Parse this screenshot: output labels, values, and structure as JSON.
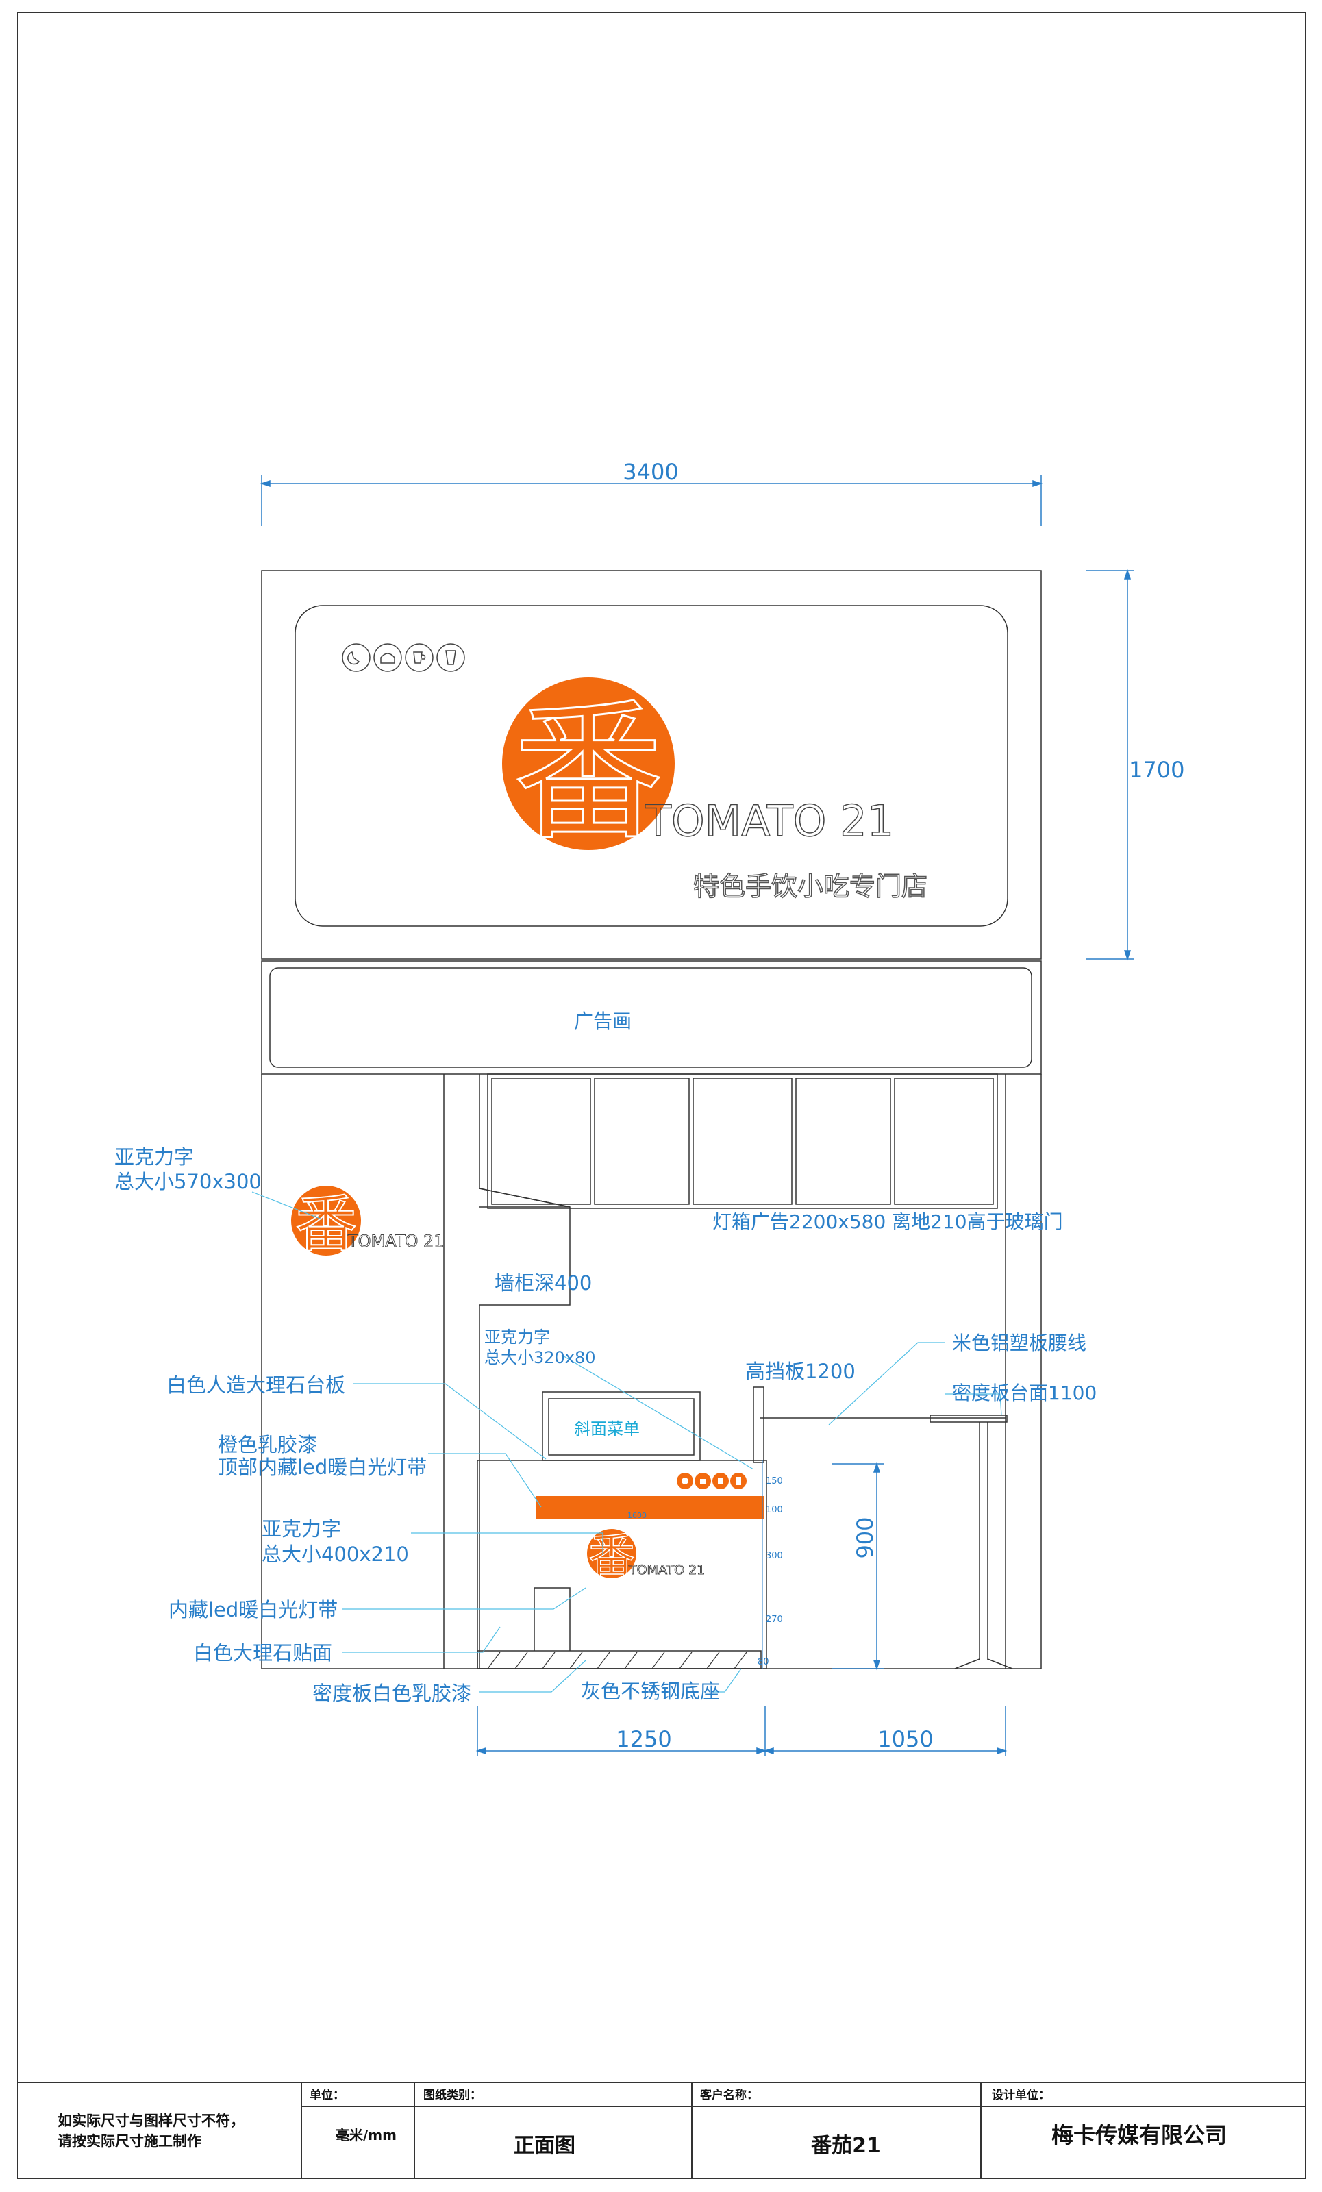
{
  "dimensions": {
    "overall_width": "3400",
    "upper_height": "1700",
    "counter_width": "1250",
    "side_width": "1050",
    "counter_height": "900",
    "small": [
      "150",
      "100",
      "300",
      "270",
      "80"
    ],
    "strip_label": "1600"
  },
  "sign": {
    "brand_char": "番",
    "brand_text": "TOMATO 21",
    "slogan": "特色手饮小吃专门店",
    "small_brand_text": "TOMATO 21"
  },
  "banner": {
    "label": "广告画"
  },
  "counter": {
    "menu_label": "斜面菜单"
  },
  "annotations": {
    "acrylic_large": [
      "亚克力字",
      "总大小570x300"
    ],
    "lightbox": "灯箱广告2200x580 离地210高于玻璃门",
    "wall_cabinet": "墙柜深400",
    "acrylic_medium": [
      "亚克力字",
      "总大小320x80"
    ],
    "baffle": "高挡板1200",
    "waistline": "米色铝塑板腰线",
    "mdf_top": "密度板台面1100",
    "marble_top": "白色人造大理石台板",
    "orange_paint": [
      "橙色乳胶漆",
      "顶部内藏led暖白光灯带"
    ],
    "acrylic_small": [
      "亚克力字",
      "总大小400x210"
    ],
    "led_strip": "内藏led暖白光灯带",
    "marble_face": "白色大理石贴面",
    "mdf_paint": "密度板白色乳胶漆",
    "steel_base": "灰色不锈钢底座"
  },
  "title_block": {
    "note": [
      "如实际尺寸与图样尺寸不符，",
      "请按实际尺寸施工制作"
    ],
    "unit_label": "单位：",
    "unit_value": "毫米/mm",
    "category_label": "图纸类别：",
    "category_value": "正面图",
    "client_label": "客户名称：",
    "client_value": "番茄21",
    "designer_label": "设计单位：",
    "designer_value": "梅卡传媒有限公司"
  },
  "colors": {
    "orange": "#f26a0f",
    "dimension_blue": "#2a7fc9",
    "annotation_cyan": "#1aa9d6",
    "line": "#3a3a3a"
  }
}
